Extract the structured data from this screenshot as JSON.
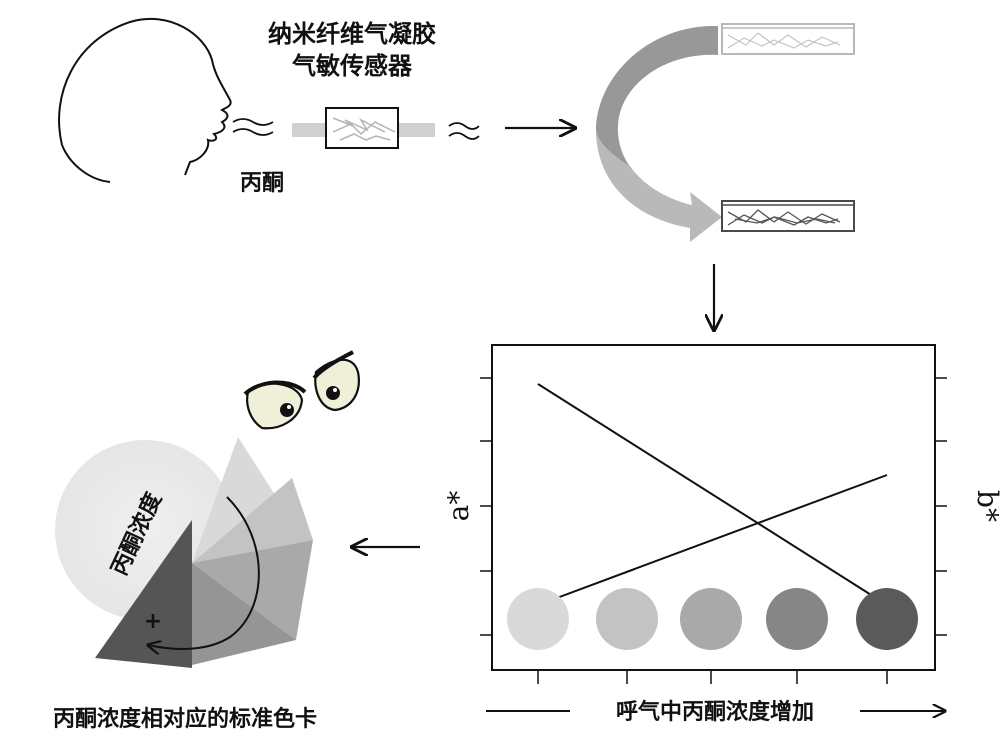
{
  "sensor_title_line1": "纳米纤维气凝胶",
  "sensor_title_line2": "气敏传感器",
  "acetone_label": "丙酮",
  "left_axis_label": "a*",
  "right_axis_label": "b*",
  "x_axis_label": "呼气中丙酮浓度增加",
  "wheel_label": "丙酮浓度",
  "wheel_plus": "+",
  "bottom_caption": "丙酮浓度相对应的标准色卡",
  "colors": {
    "swatches": [
      "#d9d9d9",
      "#c3c3c3",
      "#a9a9a9",
      "#868686",
      "#5a5a5a"
    ],
    "line": "#111111",
    "arrow_light": "#c4c4c4",
    "arrow_dark": "#9c9c9c"
  },
  "chart_data": {
    "type": "line",
    "x": [
      1,
      2,
      3,
      4,
      5
    ],
    "series": [
      {
        "values": [
          4.4,
          3.6,
          2.8,
          1.9,
          1.0
        ]
      },
      {
        "values": [
          1.0,
          1.5,
          2.0,
          2.5,
          3.0
        ]
      }
    ],
    "swatch_colors": [
      "#d9d9d9",
      "#c3c3c3",
      "#a9a9a9",
      "#868686",
      "#5a5a5a"
    ],
    "xlabel": "呼气中丙酮浓度增加",
    "ylabel_left": "a*",
    "ylabel_right": "b*",
    "ylim": [
      0,
      5
    ],
    "grid": false
  }
}
